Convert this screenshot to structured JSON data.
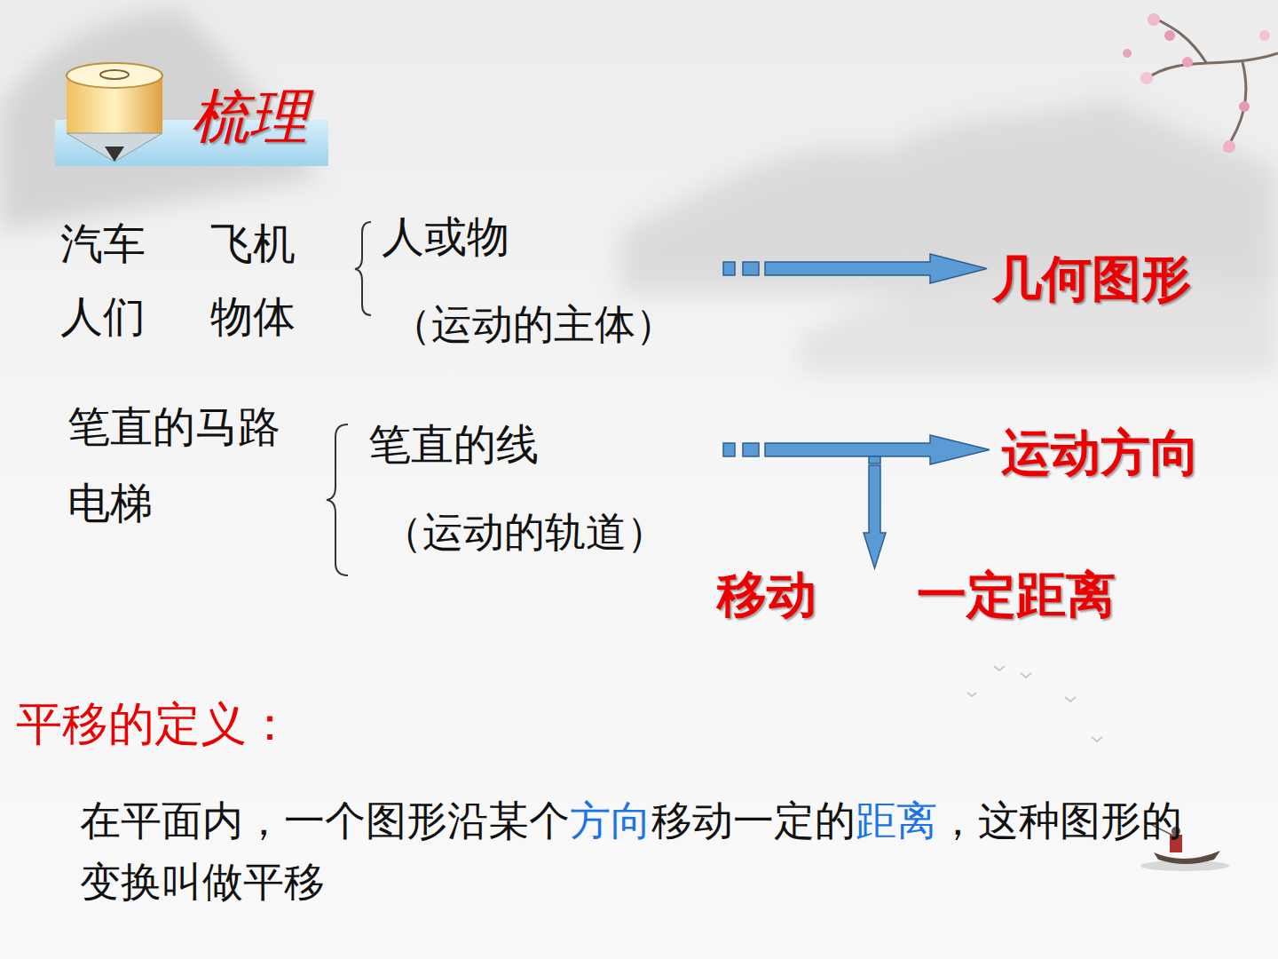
{
  "diagram": {
    "title": "梳理",
    "labels": [
      "汽车",
      "飞机",
      "人们",
      "物体",
      "人或物",
      "（运动的主体）",
      "几何图形",
      "笔直的马路",
      "电梯",
      "笔直的线",
      "（运动的轨道）",
      "运动方向",
      "移动",
      "一定距离",
      "平移的定义：",
      "在平面内，一个图形沿某个",
      "方向",
      "移动一定的",
      "距离",
      "，这种图形的变换叫做平移"
    ]
  }
}
